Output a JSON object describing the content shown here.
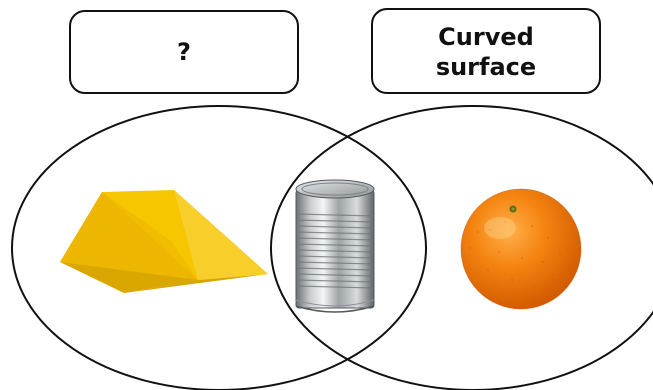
{
  "diagram": {
    "type": "venn",
    "sets": [
      {
        "id": "left",
        "label": "?",
        "items": [
          "triangular-prism"
        ]
      },
      {
        "id": "right",
        "label": "Curved\nsurface",
        "items": [
          "orange"
        ]
      }
    ],
    "intersection": {
      "items": [
        "tin-can"
      ]
    },
    "colors": {
      "outline": "#111111",
      "prism_top": "#f7c300",
      "prism_front": "#eab400",
      "prism_side": "#c99a00",
      "orange": "#f07a12",
      "can_metal": "#b8bcbf"
    },
    "icons": [
      "triangular-prism-icon",
      "tin-can-icon",
      "orange-icon"
    ]
  }
}
